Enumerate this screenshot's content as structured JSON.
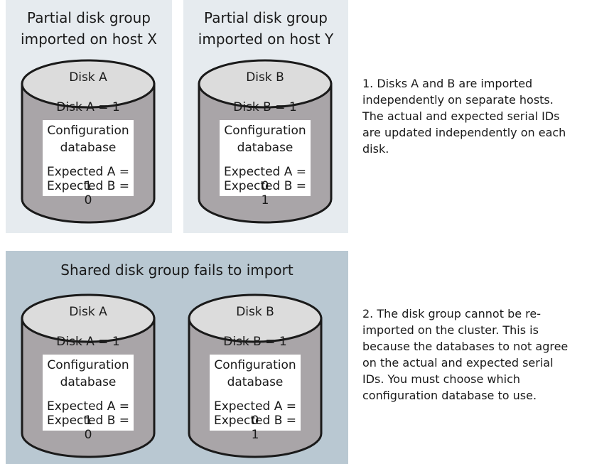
{
  "panels": {
    "host_x": {
      "title": "Partial disk group\nimported on host X",
      "disk": {
        "name": "Disk A",
        "serial": "Disk A = 1",
        "config_title": "Configuration\ndatabase",
        "expected_a": "Expected A = 1",
        "expected_b": "Expected B = 0"
      }
    },
    "host_y": {
      "title": "Partial disk group\nimported on host Y",
      "disk": {
        "name": "Disk B",
        "serial": "Disk B = 1",
        "config_title": "Configuration\ndatabase",
        "expected_a": "Expected A = 0",
        "expected_b": "Expected B = 1"
      }
    },
    "shared": {
      "title": "Shared disk group fails to import",
      "disk_a": {
        "name": "Disk A",
        "serial": "Disk A = 1",
        "config_title": "Configuration\ndatabase",
        "expected_a": "Expected A = 1",
        "expected_b": "Expected B = 0"
      },
      "disk_b": {
        "name": "Disk B",
        "serial": "Disk B = 1",
        "config_title": "Configuration\ndatabase",
        "expected_a": "Expected A = 0",
        "expected_b": "Expected B = 1"
      }
    }
  },
  "notes": {
    "step1": "1. Disks A and B are imported\nindependently on separate hosts.\nThe actual and expected serial IDs\nare updated independently on each\ndisk.",
    "step2": "2. The disk group cannot be re-\nimported on the cluster. This is\nbecause the databases to not agree\non the actual and expected serial\nIDs. You must choose which\nconfiguration database to use."
  },
  "colors": {
    "panel_light": "#e6ebef",
    "panel_shared": "#b9c8d2",
    "disk_body": "#a9a5a8",
    "disk_top": "#dcdcdc",
    "outline": "#1a1a1a"
  }
}
